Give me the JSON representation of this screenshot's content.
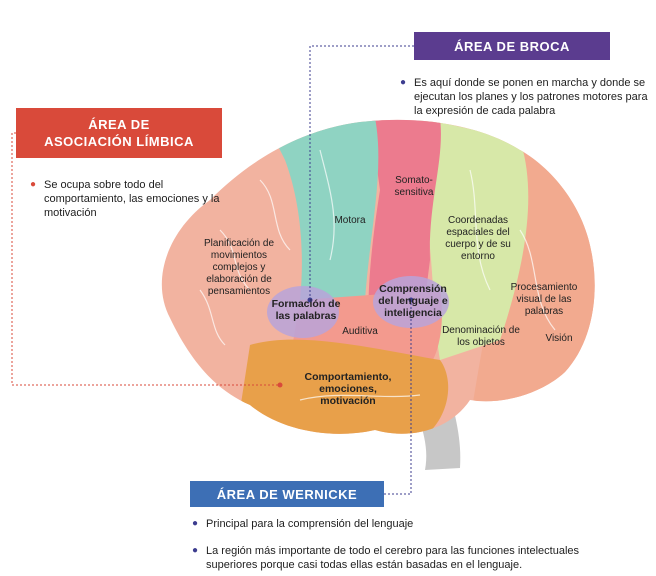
{
  "colors": {
    "broca_box": "#5b3c8f",
    "limbica_box": "#d94a3a",
    "wernicke_box": "#3d6fb5",
    "frontal": "#f2b3a0",
    "motor": "#8fd3c2",
    "somato": "#ec7b8e",
    "parietal": "#d7e8a8",
    "occipital": "#f2aa8f",
    "temporal": "#e8a04a",
    "wernicke_region": "#f39a8e",
    "highlight": "#b8a3d9",
    "stem": "#c7c7c7"
  },
  "broca": {
    "title": "ÁREA DE BROCA",
    "bullet": "●",
    "text": "Es aquí donde se ponen en marcha y donde se ejecutan los planes y los patrones motores para la expresión de cada palabra"
  },
  "limbica": {
    "title_line1": "ÁREA DE",
    "title_line2": "ASOCIACIÓN LÍMBICA",
    "bullet": "●",
    "text": "Se ocupa sobre todo del comportamiento, las emociones y la motivación"
  },
  "wernicke": {
    "title": "ÁREA DE WERNICKE",
    "bullet": "●",
    "text1": "Principal para la comprensión del lenguaje",
    "text2": "La región más importante de todo el cerebro para las funciones intelectuales superiores porque casi todas ellas están basadas en el lenguaje."
  },
  "brain_labels": {
    "planificacion": "Planificación de movimientos complejos y elaboración de pensamientos",
    "motora": "Motora",
    "somato": "Somato-sensitiva",
    "coordenadas": "Coordenadas espaciales del cuerpo y de su entorno",
    "formacion": "Formación de las palabras",
    "comprension": "Comprensión del lenguaje e inteligencia",
    "procesamiento": "Procesamiento visual de las palabras",
    "auditiva": "Auditiva",
    "denominacion": "Denominación de los objetos",
    "vision": "Visión",
    "comportamiento": "Comportamiento, emociones, motivación"
  }
}
